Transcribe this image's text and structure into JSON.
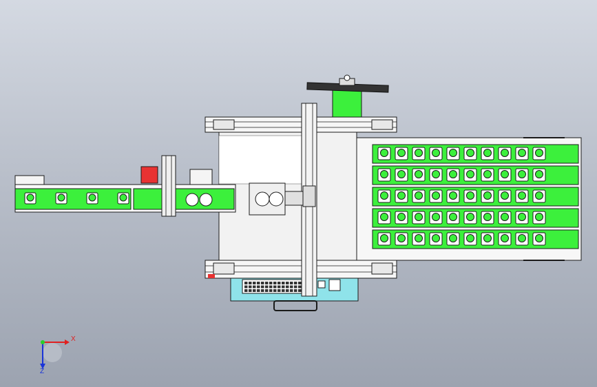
{
  "view": {
    "axes": {
      "x_label": "X",
      "z_label": "Z"
    },
    "colors": {
      "background_top": "#d4d9e2",
      "background_bottom": "#9ca3b0",
      "tray_green": "#3cf03c",
      "frame": "#f2f2f2",
      "outline": "#1a1a1a",
      "panel_cyan": "#8fe3ea",
      "button_red": "#e83232"
    },
    "tray": {
      "rows": 5,
      "cells_per_row": 10
    },
    "infeed_conveyor": {
      "pockets": 4
    }
  }
}
